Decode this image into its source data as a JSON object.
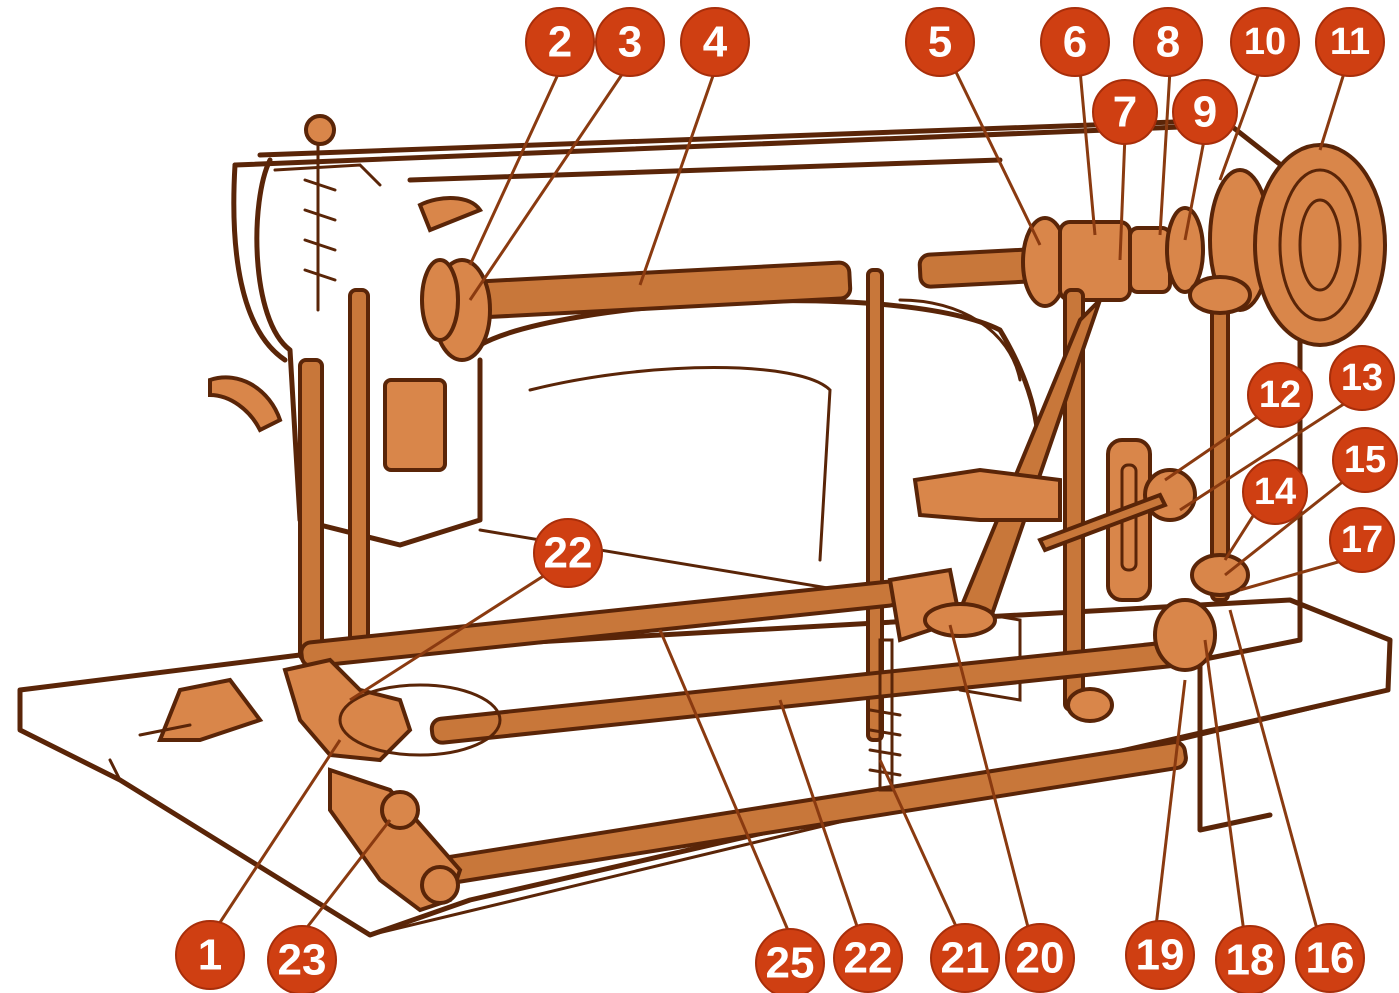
{
  "callouts": [
    {
      "id": "c2",
      "label": "2"
    },
    {
      "id": "c3",
      "label": "3"
    },
    {
      "id": "c4",
      "label": "4"
    },
    {
      "id": "c5",
      "label": "5"
    },
    {
      "id": "c6",
      "label": "6"
    },
    {
      "id": "c8",
      "label": "8"
    },
    {
      "id": "c10",
      "label": "10"
    },
    {
      "id": "c11",
      "label": "11"
    },
    {
      "id": "c7",
      "label": "7"
    },
    {
      "id": "c9",
      "label": "9"
    },
    {
      "id": "c12",
      "label": "12"
    },
    {
      "id": "c13",
      "label": "13"
    },
    {
      "id": "c15",
      "label": "15"
    },
    {
      "id": "c14",
      "label": "14"
    },
    {
      "id": "c17",
      "label": "17"
    },
    {
      "id": "c22a",
      "label": "22"
    },
    {
      "id": "c1",
      "label": "1"
    },
    {
      "id": "c23",
      "label": "23"
    },
    {
      "id": "c25",
      "label": "25"
    },
    {
      "id": "c22b",
      "label": "22"
    },
    {
      "id": "c21",
      "label": "21"
    },
    {
      "id": "c20",
      "label": "20"
    },
    {
      "id": "c19",
      "label": "19"
    },
    {
      "id": "c18",
      "label": "18"
    },
    {
      "id": "c16",
      "label": "16"
    }
  ],
  "colors": {
    "callout_fill": "#cf3f12",
    "outline": "#5a2508",
    "part_fill": "#d9864a"
  }
}
